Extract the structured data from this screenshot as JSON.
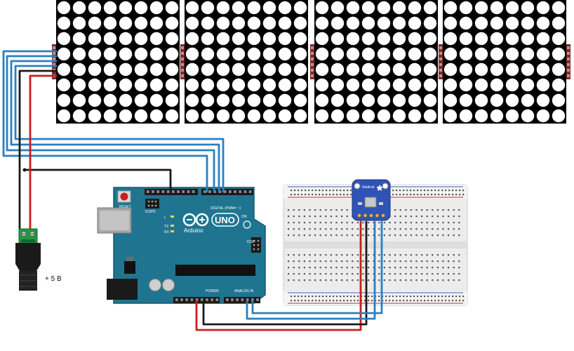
{
  "matrix": {
    "rows": 8,
    "cols": 8,
    "module_count": 4
  },
  "arduino": {
    "brand": "Arduino",
    "model": "UNO",
    "reset_label": "RESET",
    "icsp_label": "ICSP",
    "icsp2_label": "ICSP2",
    "digital_label": "DIGITAL (PWM= ~)",
    "power_label": "POWER",
    "analog_label": "ANALOG IN",
    "tx_label": "TX",
    "rx_label": "RX",
    "l_label": "L",
    "on_label": "ON"
  },
  "power_jack": {
    "voltage_label": "+ 5 B"
  },
  "sensor": {
    "label": "Adafruit"
  },
  "colors": {
    "board": "#1f7590",
    "board_dark": "#145a70",
    "wire_blue": "#2a7fc0",
    "wire_red": "#c81e1e",
    "wire_black": "#1a1a1a",
    "sensor_blue": "#2f54b8",
    "terminal_green": "#1f9a3f",
    "header_red": "#7a2a2a"
  }
}
